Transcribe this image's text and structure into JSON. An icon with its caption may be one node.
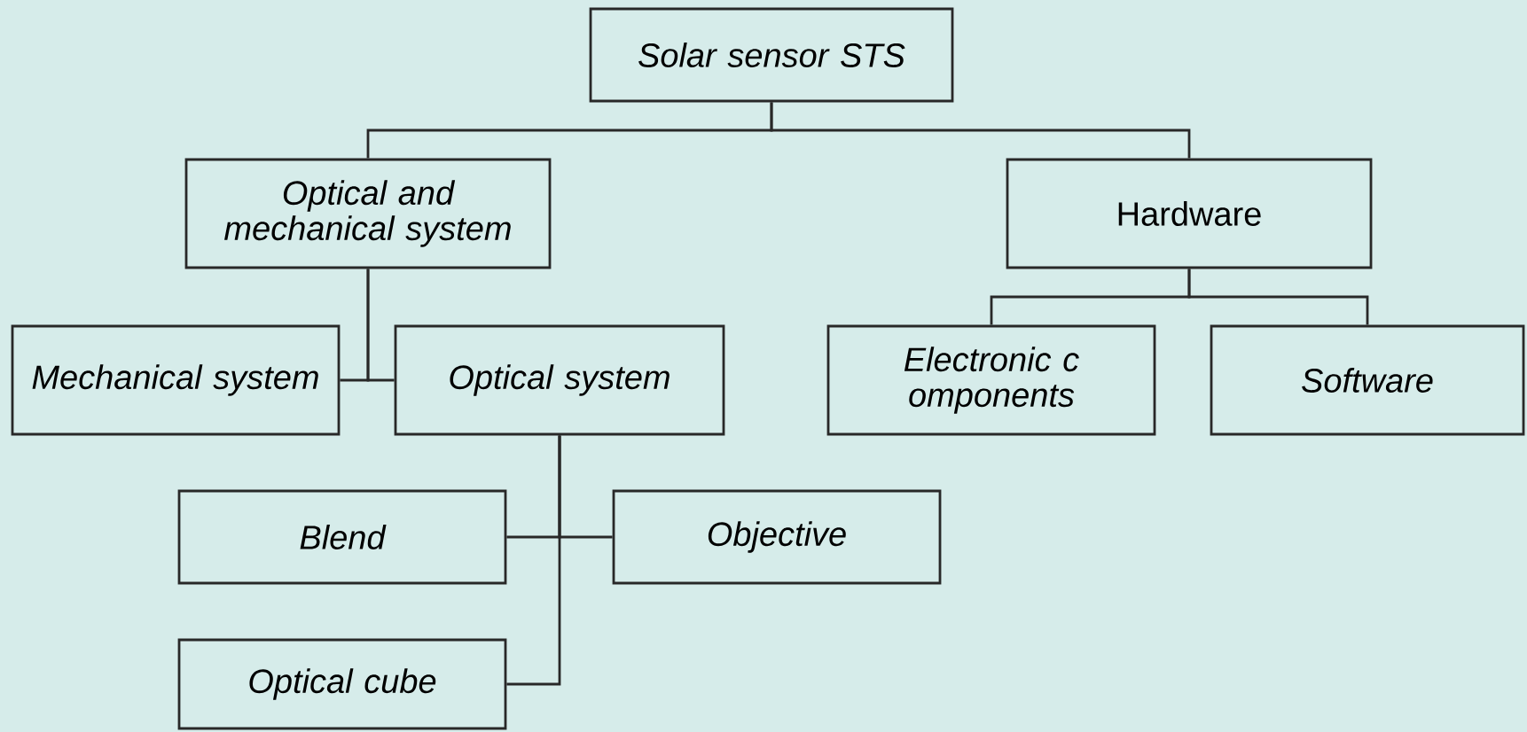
{
  "diagram": {
    "nodes": [
      {
        "text": [
          "Solar sensor STS"
        ]
      },
      {
        "text": [
          "Optical and mechanical system"
        ]
      },
      {
        "text": [
          "Hardware"
        ]
      },
      {
        "text": [
          "Mechanical system"
        ]
      },
      {
        "text": [
          "Optical system"
        ]
      },
      {
        "text": [
          "Electronic c omponents"
        ]
      },
      {
        "text": [
          "Software"
        ]
      },
      {
        "text": [
          "Blend"
        ]
      },
      {
        "text": [
          "Objective"
        ]
      },
      {
        "text": [
          "Optical cube"
        ]
      }
    ],
    "edges": [
      {
        "from": 0,
        "to": 1,
        "arrow": "none"
      },
      {
        "from": 0,
        "to": 2,
        "arrow": "none"
      },
      {
        "from": 1,
        "to": 3,
        "arrow": "none"
      },
      {
        "from": 1,
        "to": 4,
        "arrow": "none"
      },
      {
        "from": 2,
        "to": 5,
        "arrow": "none"
      },
      {
        "from": 2,
        "to": 6,
        "arrow": "none"
      },
      {
        "from": 4,
        "to": 7,
        "arrow": "none"
      },
      {
        "from": 4,
        "to": 8,
        "arrow": "none"
      },
      {
        "from": 4,
        "to": 9,
        "arrow": "none"
      }
    ]
  }
}
